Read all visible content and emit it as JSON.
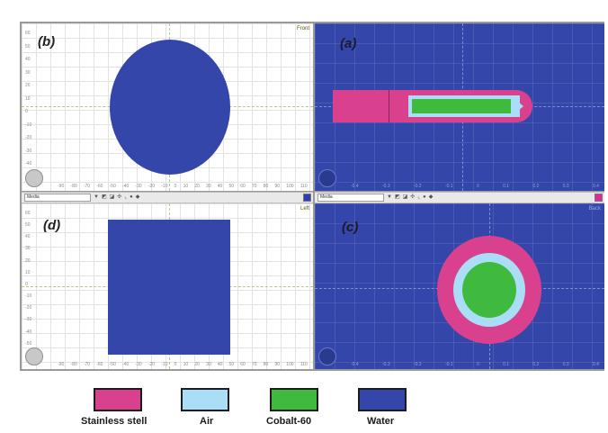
{
  "panels": {
    "b": {
      "letter": "(b)",
      "view_name": "Front"
    },
    "a": {
      "letter": "(a)",
      "view_name": ""
    },
    "d": {
      "letter": "(d)",
      "view_name": "Left"
    },
    "c": {
      "letter": "(c)",
      "view_name": "Back"
    }
  },
  "toolbars": {
    "left": {
      "select_value": "Media"
    },
    "right": {
      "select_value": "Media"
    }
  },
  "ticks": {
    "top_left_x": [
      "-90",
      "-80",
      "-70",
      "-60",
      "-50",
      "-40",
      "-30",
      "-20",
      "-10",
      "0",
      "10",
      "20",
      "30",
      "40",
      "50",
      "60",
      "70",
      "80",
      "90",
      "100",
      "110"
    ],
    "top_left_y": [
      "60",
      "50",
      "40",
      "30",
      "20",
      "10",
      "0",
      "-10",
      "-20",
      "-30",
      "-40",
      "-50"
    ],
    "bottom_left_y": [
      "60",
      "50",
      "40",
      "30",
      "20",
      "10",
      "0",
      "-10",
      "-20",
      "-30",
      "-40",
      "-50",
      "-60"
    ],
    "right_x": [
      "-0.4",
      "-0.3",
      "-0.2",
      "-0.1",
      "0",
      "0.1",
      "0.2",
      "0.3",
      "0.4"
    ]
  },
  "legend": {
    "items": [
      {
        "label": "Stainless stell",
        "color": "#d9418e"
      },
      {
        "label": "Air",
        "color": "#a9def6"
      },
      {
        "label": "Cobalt-60",
        "color": "#3fba3f"
      },
      {
        "label": "Water",
        "color": "#3446a9"
      }
    ]
  },
  "colors": {
    "water": "#3446a9",
    "stainless": "#d9418e",
    "air": "#a9def6",
    "cobalt": "#3fba3f"
  }
}
